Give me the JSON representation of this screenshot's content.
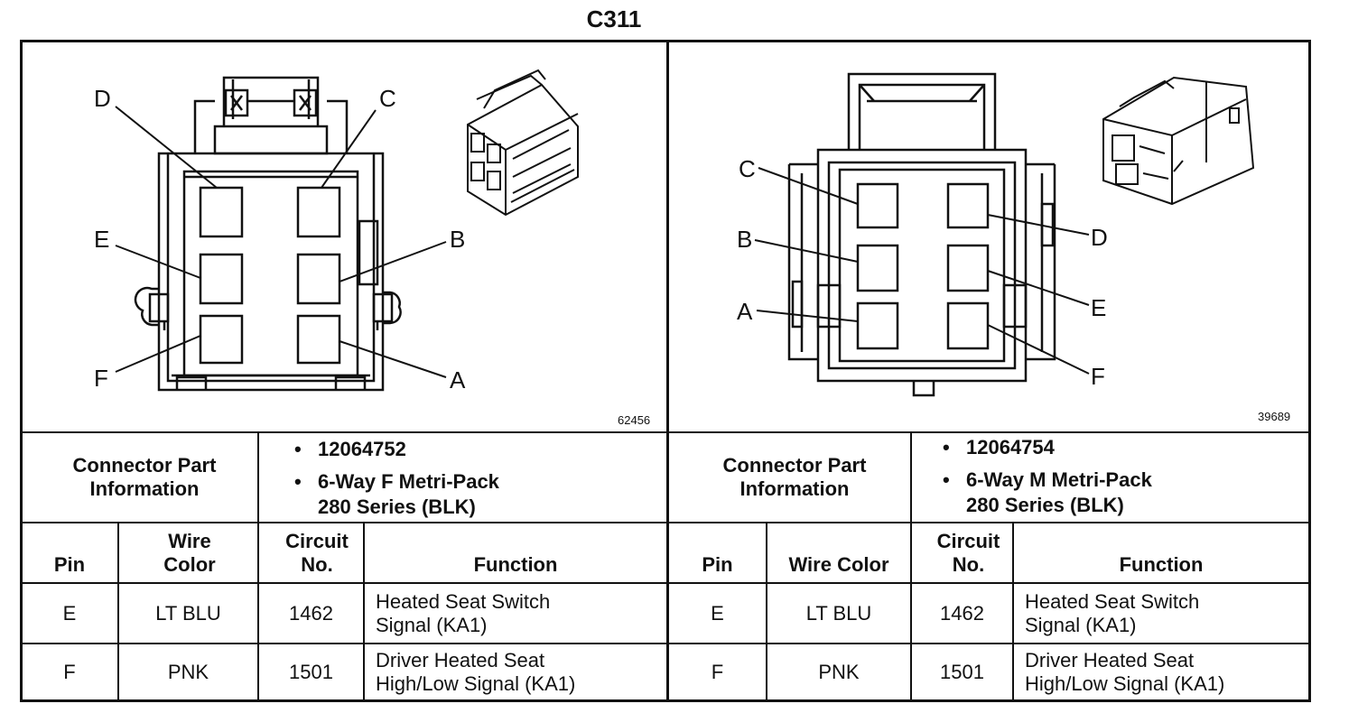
{
  "title": "C311",
  "left": {
    "figure_number": "62456",
    "pin_labels": {
      "D": "D",
      "C": "C",
      "E": "E",
      "B": "B",
      "F": "F",
      "A": "A"
    },
    "connector_part_label": "Connector Part Information",
    "part_number": "12064752",
    "description_line1": "6-Way F Metri-Pack",
    "description_line2": "280 Series (BLK)",
    "headers": {
      "pin": "Pin",
      "wire_color": "Wire Color",
      "circuit_no": "Circuit No.",
      "function": "Function"
    },
    "rows": [
      {
        "pin": "E",
        "wire_color": "LT BLU",
        "circuit": "1462",
        "function_line1": "Heated Seat Switch",
        "function_line2": "Signal (KA1)"
      },
      {
        "pin": "F",
        "wire_color": "PNK",
        "circuit": "1501",
        "function_line1": "Driver Heated Seat",
        "function_line2": "High/Low Signal (KA1)"
      }
    ]
  },
  "right": {
    "figure_number": "39689",
    "pin_labels": {
      "C": "C",
      "B": "B",
      "A": "A",
      "D": "D",
      "E": "E",
      "F": "F"
    },
    "connector_part_label": "Connector Part Information",
    "part_number": "12064754",
    "description_line1": "6-Way M Metri-Pack",
    "description_line2": "280 Series (BLK)",
    "headers": {
      "pin": "Pin",
      "wire_color": "Wire Color",
      "circuit_no": "Circuit No.",
      "function": "Function"
    },
    "rows": [
      {
        "pin": "E",
        "wire_color": "LT BLU",
        "circuit": "1462",
        "function_line1": "Heated Seat Switch",
        "function_line2": "Signal (KA1)"
      },
      {
        "pin": "F",
        "wire_color": "PNK",
        "circuit": "1501",
        "function_line1": "Driver Heated Seat",
        "function_line2": "High/Low Signal (KA1)"
      }
    ]
  }
}
